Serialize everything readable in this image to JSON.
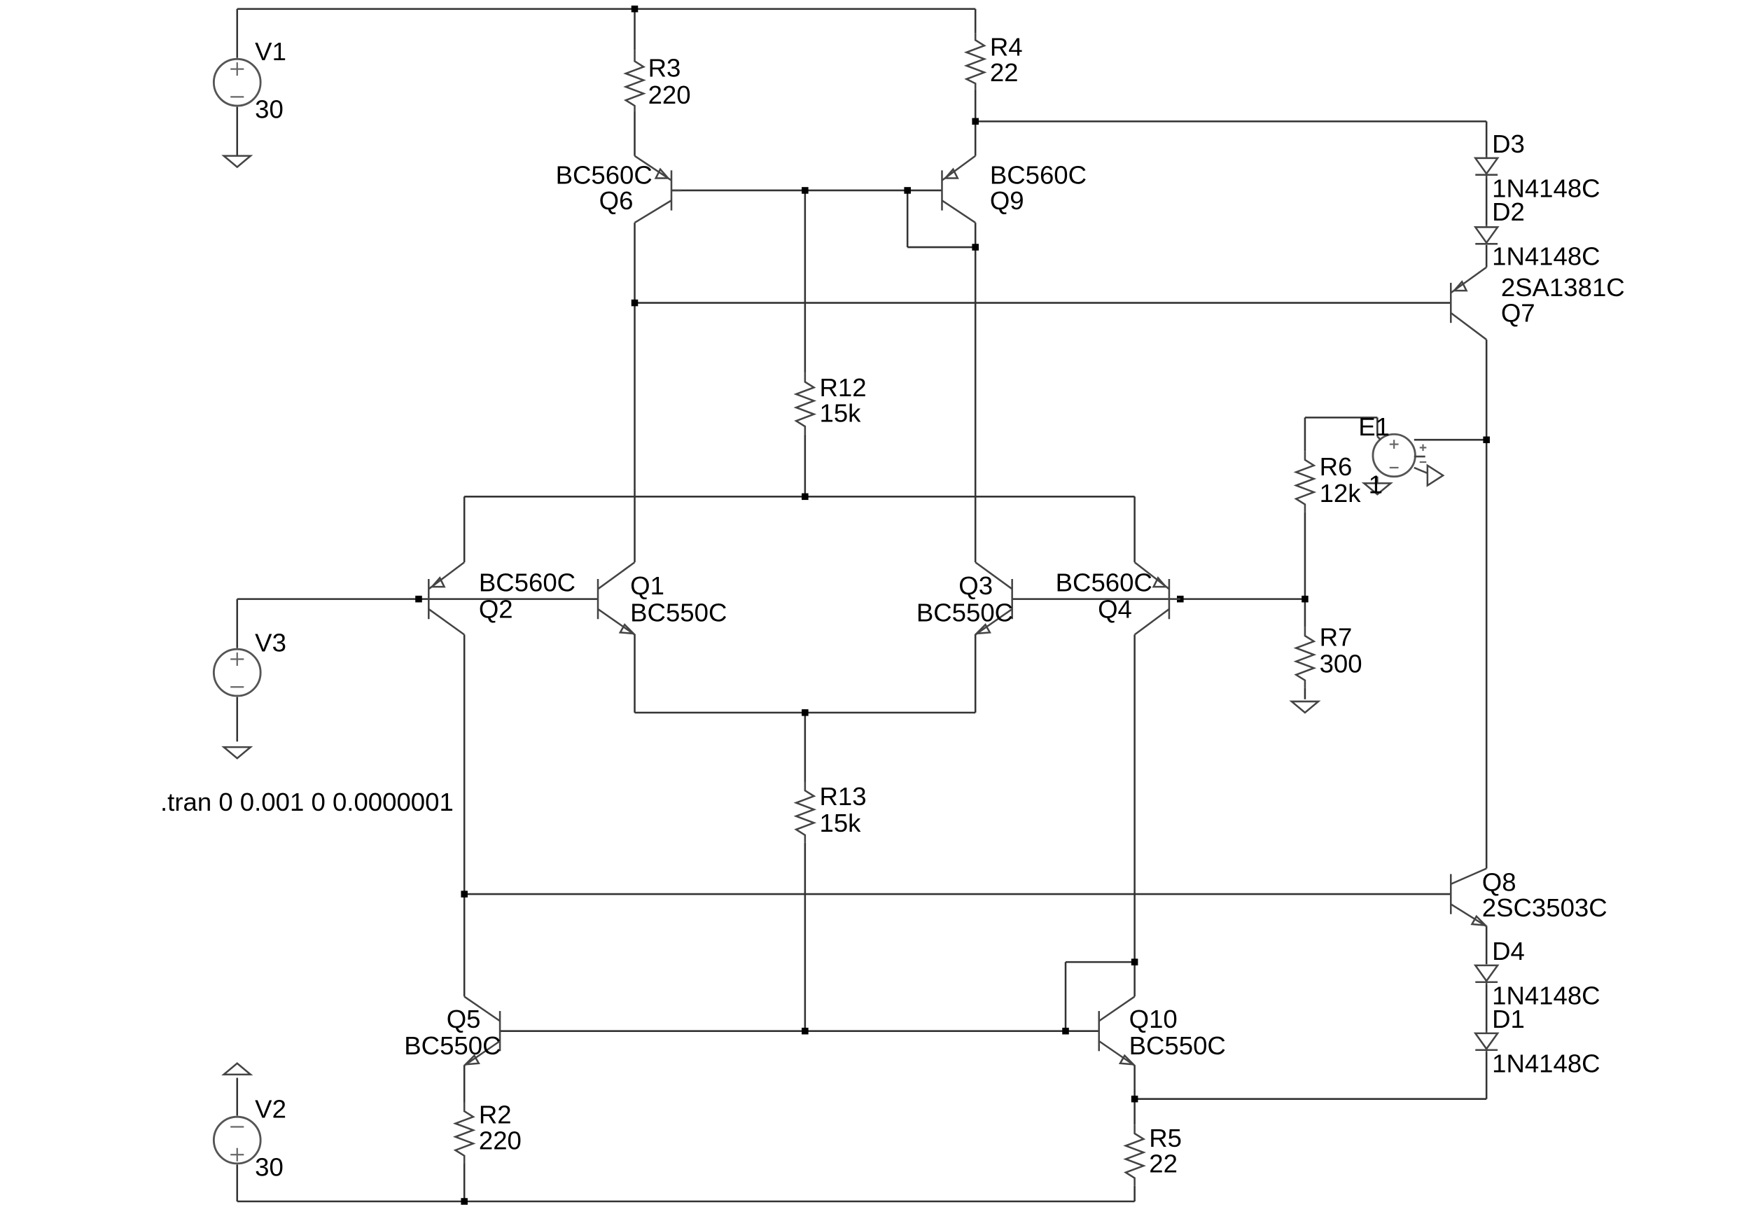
{
  "components": {
    "V1": {
      "name": "V1",
      "value": "30"
    },
    "V2": {
      "name": "V2",
      "value": "30"
    },
    "V3": {
      "name": "V3"
    },
    "E1": {
      "name": "E1",
      "value": "1"
    },
    "R2": {
      "name": "R2",
      "value": "220"
    },
    "R3": {
      "name": "R3",
      "value": "220"
    },
    "R4": {
      "name": "R4",
      "value": "22"
    },
    "R5": {
      "name": "R5",
      "value": "22"
    },
    "R6": {
      "name": "R6",
      "value": "12k"
    },
    "R7": {
      "name": "R7",
      "value": "300"
    },
    "R12": {
      "name": "R12",
      "value": "15k"
    },
    "R13": {
      "name": "R13",
      "value": "15k"
    },
    "Q1": {
      "name": "Q1",
      "model": "BC550C"
    },
    "Q2": {
      "name": "Q2",
      "model": "BC560C"
    },
    "Q3": {
      "name": "Q3",
      "model": "BC550C"
    },
    "Q4": {
      "name": "Q4",
      "model": "BC560C"
    },
    "Q5": {
      "name": "Q5",
      "model": "BC550C"
    },
    "Q6": {
      "name": "Q6",
      "model": "BC560C"
    },
    "Q7": {
      "name": "Q7",
      "model": "2SA1381C"
    },
    "Q8": {
      "name": "Q8",
      "model": "2SC3503C"
    },
    "Q9": {
      "name": "Q9",
      "model": "BC560C"
    },
    "Q10": {
      "name": "Q10",
      "model": "BC550C"
    },
    "D1": {
      "name": "D1",
      "model": "1N4148C"
    },
    "D2": {
      "name": "D2",
      "model": "1N4148C"
    },
    "D3": {
      "name": "D3",
      "model": "1N4148C"
    },
    "D4": {
      "name": "D4",
      "model": "1N4148C"
    }
  },
  "directive": ".tran 0 0.001 0 0.0000001"
}
